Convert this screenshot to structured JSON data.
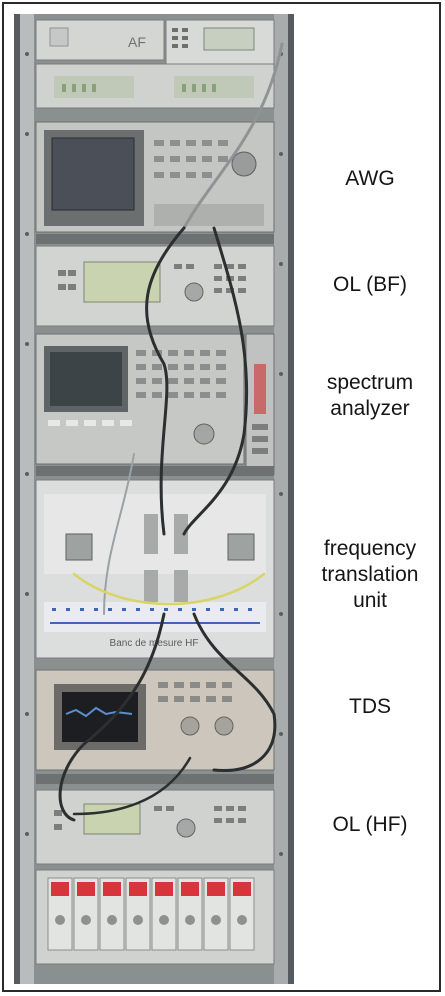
{
  "labels": {
    "awg": "AWG",
    "ol_bf": "OL (BF)",
    "spectrum_analyzer": "spectrum\nanalyzer",
    "frequency_translation_unit": "frequency\ntranslation\nunit",
    "tds": "TDS",
    "ol_hf": "OL (HF)"
  },
  "equipment_text": {
    "top_brand": "AF",
    "panel_inscription": "Banc de mesure HF"
  },
  "colors": {
    "rack_metal": "#c9c9c7",
    "frame_border": "#2a2a2a",
    "red_display": "#d8343b",
    "screen_green": "#b8c89a"
  }
}
